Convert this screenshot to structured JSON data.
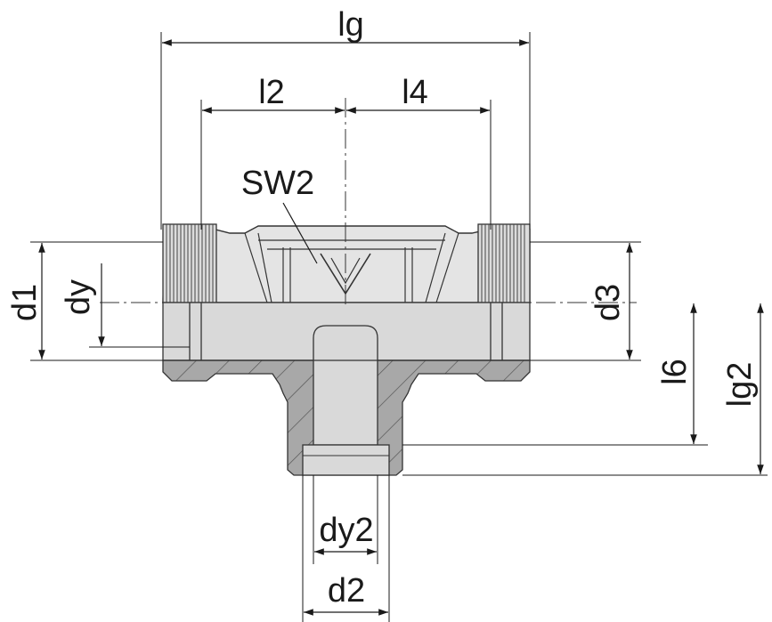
{
  "labels": {
    "lg": "lg",
    "l2": "l2",
    "l4": "l4",
    "sw2": "SW2",
    "d1": "d1",
    "dy": "dy",
    "d3": "d3",
    "l6": "l6",
    "lg2": "lg2",
    "dy2": "dy2",
    "d2": "d2"
  },
  "colors": {
    "line": "#1a1a1a",
    "section_fill": "#a8a8a8",
    "light_fill": "#d9d9d9",
    "body_fill": "#e4e4e4",
    "hatch": "#555555"
  }
}
